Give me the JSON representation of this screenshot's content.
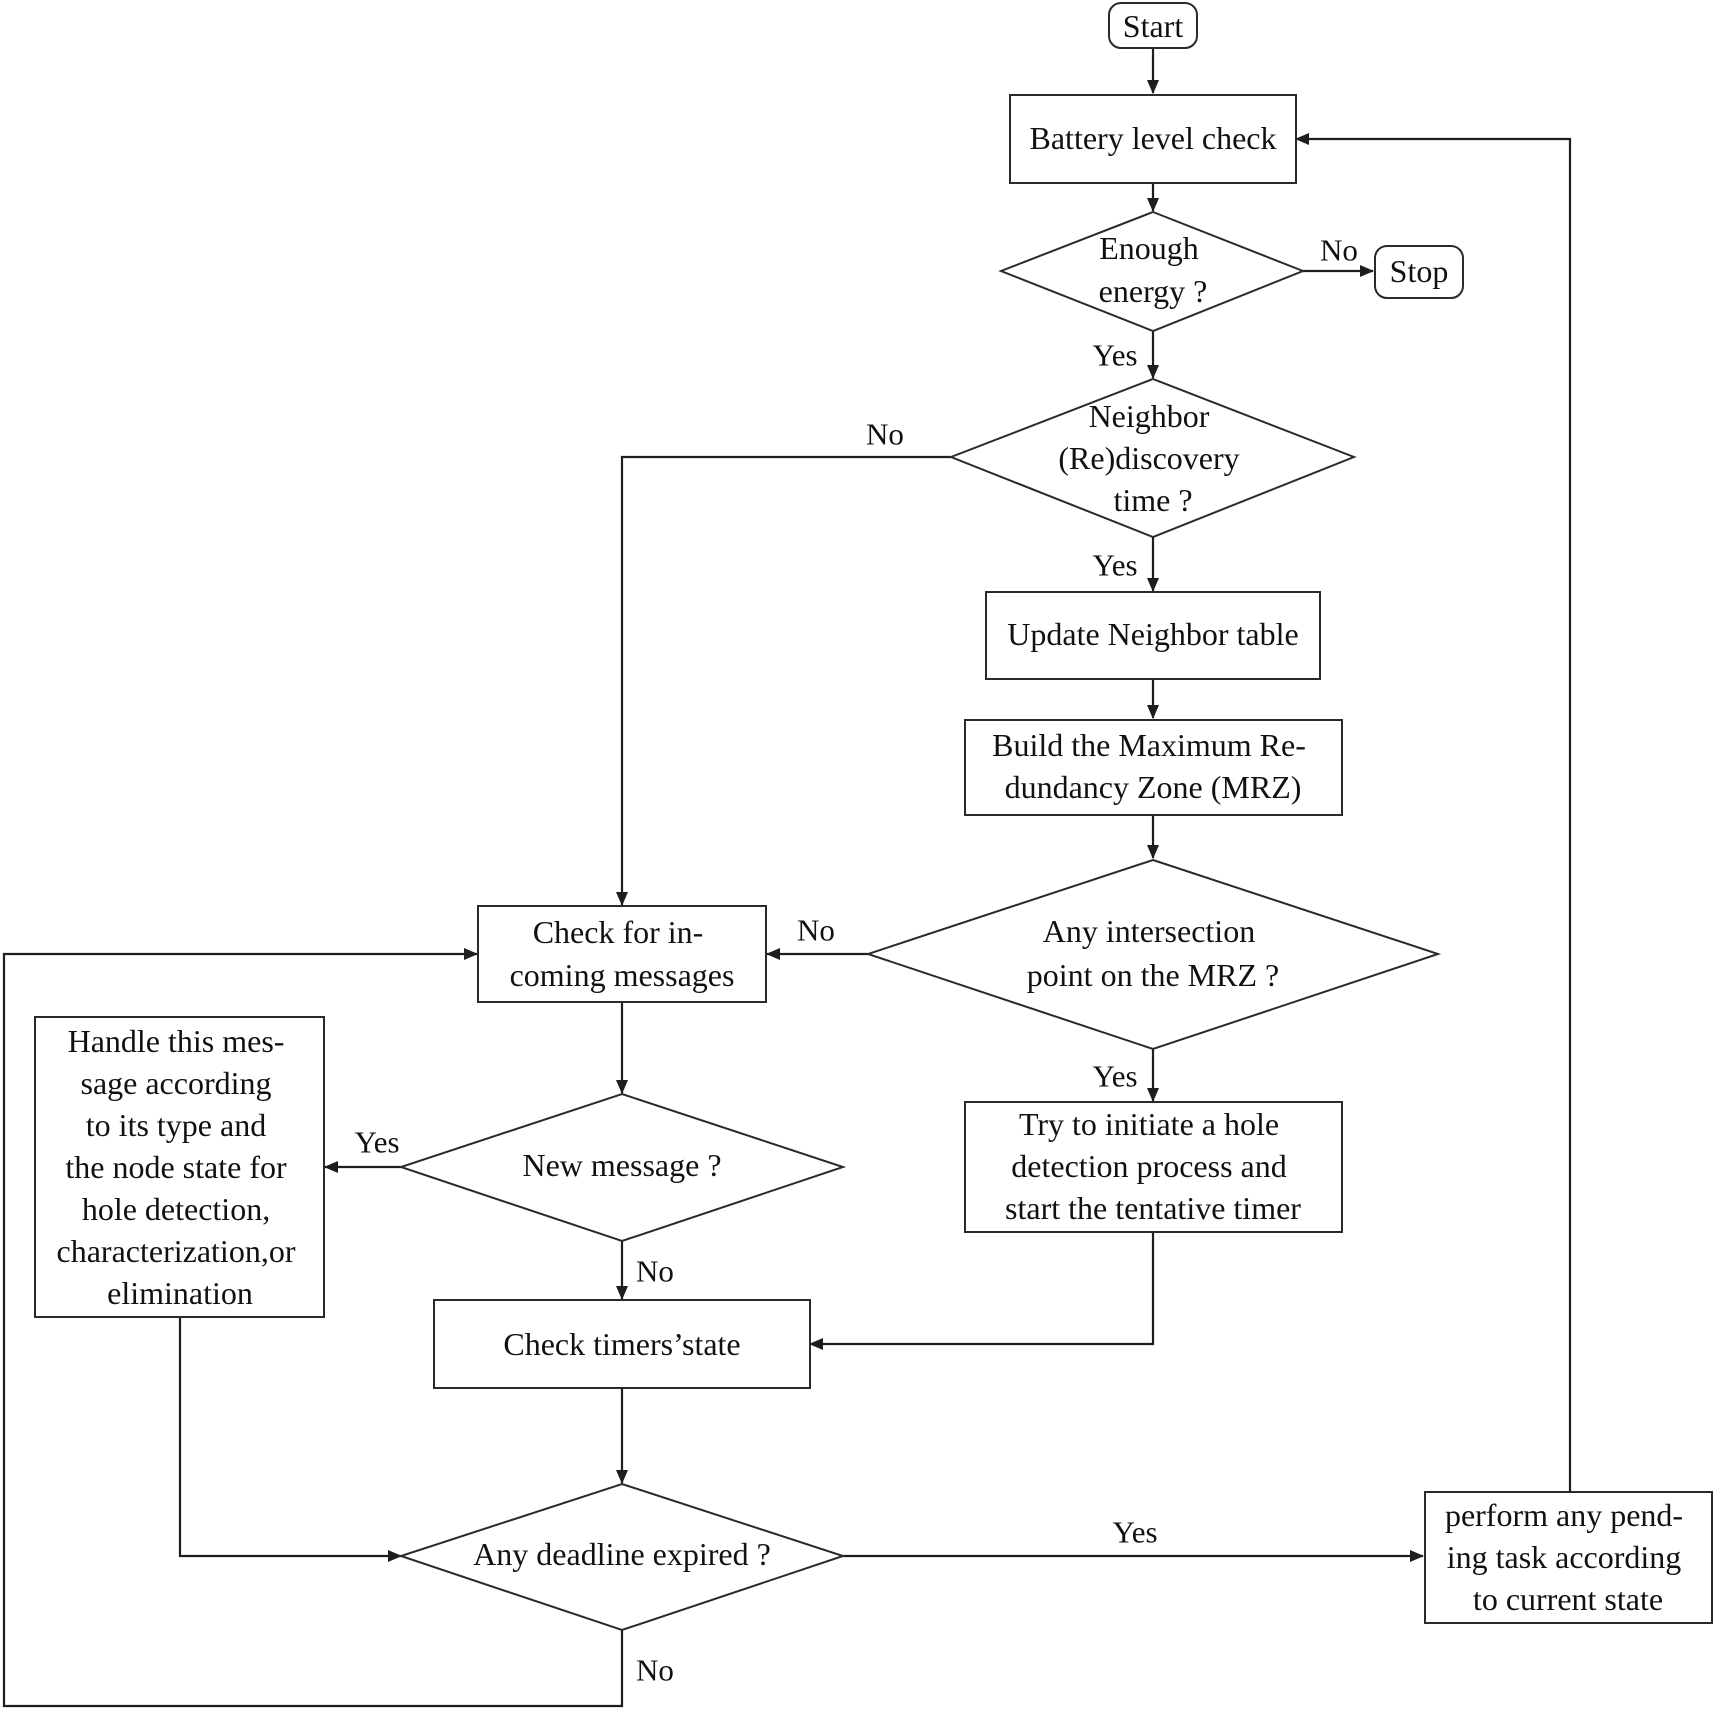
{
  "nodes": {
    "start": {
      "lines": [
        "Start"
      ]
    },
    "battery": {
      "lines": [
        "Battery level check"
      ]
    },
    "enough": {
      "lines": [
        "Enough",
        "energy ?"
      ]
    },
    "stop": {
      "lines": [
        "Stop"
      ]
    },
    "neighbor": {
      "lines": [
        "Neighbor",
        "(Re)discovery",
        "time ?"
      ]
    },
    "update": {
      "lines": [
        "Update Neighbor table"
      ]
    },
    "mrz": {
      "lines": [
        "Build the Maximum Re-",
        "dundancy Zone (MRZ)"
      ]
    },
    "intersection": {
      "lines": [
        "Any intersection",
        "point on the MRZ ?"
      ]
    },
    "try_hole": {
      "lines": [
        "Try to initiate a hole",
        "detection process and",
        "start the tentative timer"
      ]
    },
    "check_msgs": {
      "lines": [
        "Check for in-",
        "coming messages"
      ]
    },
    "handle": {
      "lines": [
        "Handle this mes-",
        "sage according",
        "to its type and",
        "the node state for",
        "hole detection,",
        "characterization,or",
        "elimination"
      ]
    },
    "new_msg": {
      "lines": [
        "New message ?"
      ]
    },
    "timers": {
      "lines": [
        "Check timers’state"
      ]
    },
    "deadline": {
      "lines": [
        "Any deadline expired ?"
      ]
    },
    "pending": {
      "lines": [
        "perform any pend-",
        "ing task according",
        "to current state"
      ]
    }
  },
  "edge_labels": {
    "enough_no": "No",
    "enough_yes": "Yes",
    "neighbor_no": "No",
    "neighbor_yes": "Yes",
    "intersection_no": "No",
    "intersection_yes": "Yes",
    "new_msg_yes": "Yes",
    "new_msg_no": "No",
    "deadline_yes": "Yes",
    "deadline_no": "No"
  }
}
